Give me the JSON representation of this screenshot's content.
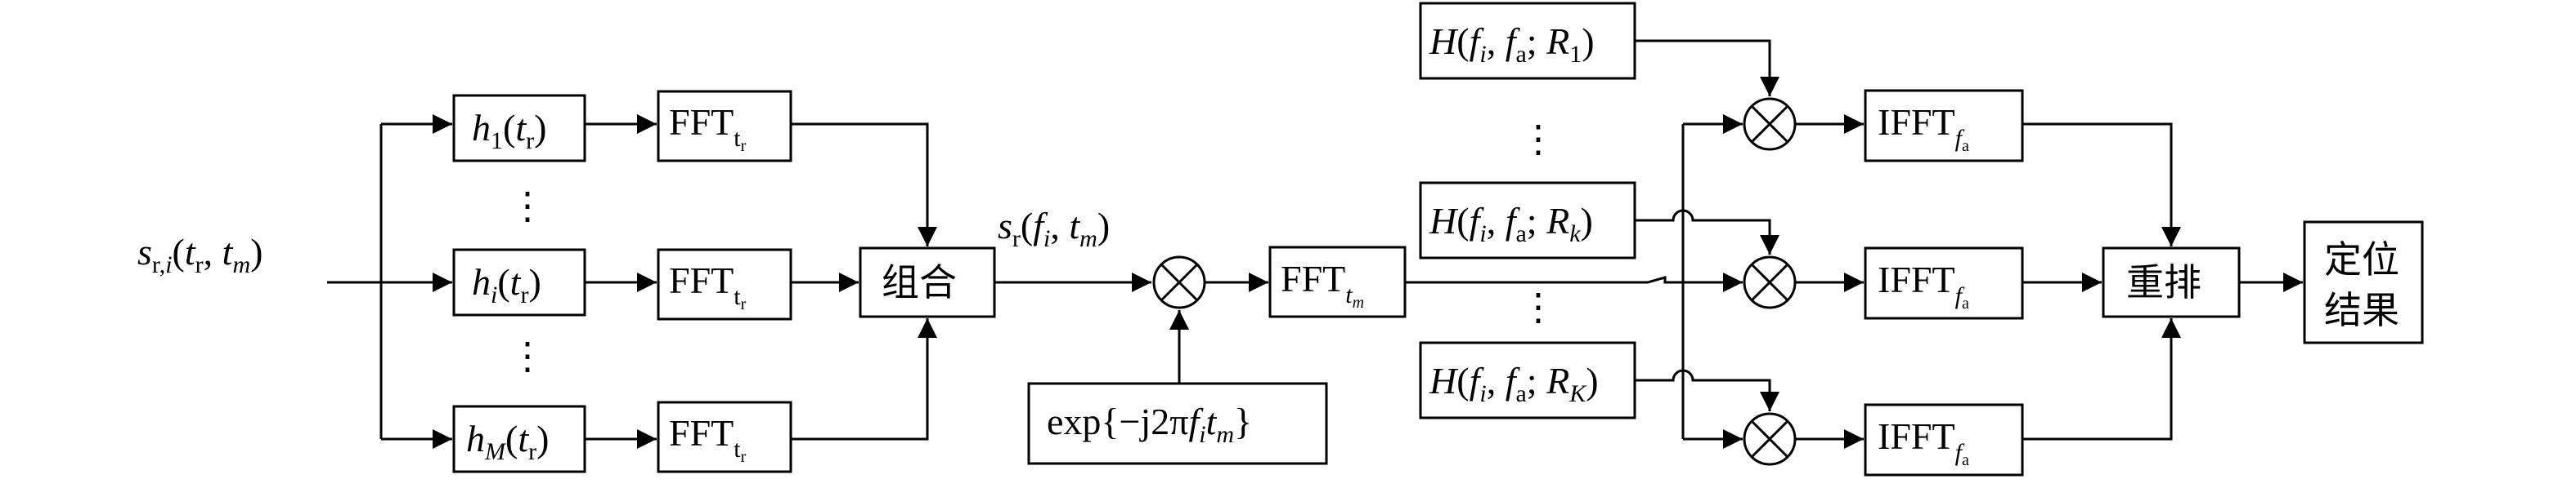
{
  "input": {
    "base": "s",
    "sub": "r,",
    "sub_i": "i",
    "open": "(",
    "t1": "t",
    "t1_sub": "r",
    "sep": ", ",
    "t2": "t",
    "t2_sub": "m",
    "close": ")"
  },
  "h_blocks": [
    {
      "base": "h",
      "index": "1",
      "arg": "t",
      "arg_sub": "r"
    },
    {
      "base": "h",
      "index": "i",
      "arg": "t",
      "arg_sub": "r"
    },
    {
      "base": "h",
      "index": "M",
      "arg": "t",
      "arg_sub": "r"
    }
  ],
  "fft_tr": {
    "label": "FFT",
    "sub": "t",
    "sub2": "r"
  },
  "combine": {
    "label": "组合"
  },
  "combined_signal": {
    "base": "s",
    "sub": "r",
    "open": "(",
    "f": "f",
    "f_sub": "i",
    "sep": ", ",
    "t": "t",
    "t_sub": "m",
    "close": ")"
  },
  "exp_block": {
    "prefix": "exp{−j2π",
    "f": "f",
    "f_sub": "i",
    "t": "t",
    "t_sub": "m",
    "close": "}"
  },
  "fft_tm": {
    "label": "FFT",
    "sub": "t",
    "sub2": "m"
  },
  "h_filters": [
    {
      "base": "H",
      "open": "(",
      "f": "f",
      "f_sub": "i",
      "sep1": ", ",
      "fa": "f",
      "fa_sub": "a",
      "sep2": "; ",
      "r": "R",
      "r_sub": "1",
      "close": ")"
    },
    {
      "base": "H",
      "open": "(",
      "f": "f",
      "f_sub": "i",
      "sep1": ", ",
      "fa": "f",
      "fa_sub": "a",
      "sep2": "; ",
      "r": "R",
      "r_sub": "k",
      "close": ")"
    },
    {
      "base": "H",
      "open": "(",
      "f": "f",
      "f_sub": "i",
      "sep1": ", ",
      "fa": "f",
      "fa_sub": "a",
      "sep2": "; ",
      "r": "R",
      "r_sub": "K",
      "close": ")"
    }
  ],
  "ifft": {
    "label": "IFFT",
    "sub": "f",
    "sub2": "a"
  },
  "rearrange": {
    "label": "重排"
  },
  "result": {
    "line1": "定位",
    "line2": "结果"
  },
  "ellipsis": "⋮"
}
